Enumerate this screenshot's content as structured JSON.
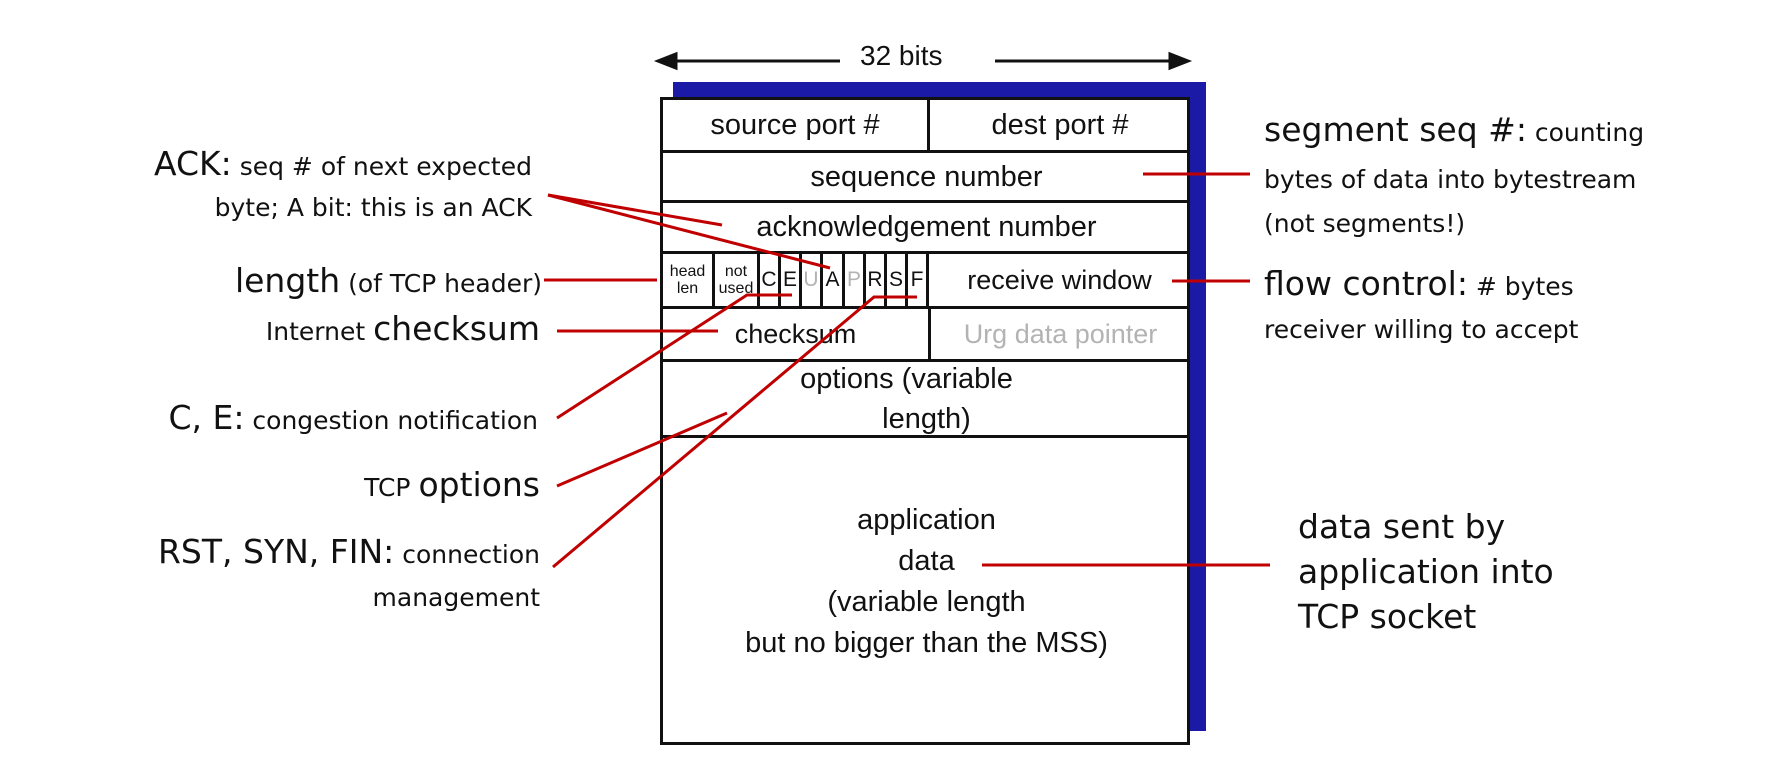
{
  "header": {
    "width_label": "32 bits"
  },
  "segment": {
    "source_port": "source port #",
    "dest_port": "dest port #",
    "sequence_number": "sequence number",
    "ack_number": "acknowledgement number",
    "head_len": [
      "head",
      "len"
    ],
    "not_used": [
      "not",
      "used"
    ],
    "flags": [
      "C",
      "E",
      "U",
      "A",
      "P",
      "R",
      "S",
      "F"
    ],
    "receive_window": "receive window",
    "checksum": "checksum",
    "urg_pointer": "Urg data pointer",
    "options": [
      "options (variable",
      "length)"
    ],
    "data": [
      "application",
      "data",
      "(variable length",
      "but no bigger than the MSS)"
    ]
  },
  "annotations": {
    "ack": {
      "bold": "ACK:",
      "rest": " seq # of next expected",
      "line2": "byte; A bit: this is an ACK"
    },
    "length": {
      "bold": "length",
      "rest": " (of TCP header)"
    },
    "checksum": {
      "pre": "Internet ",
      "bold": "checksum"
    },
    "ce": {
      "bold": "C, E:",
      "rest": " congestion notification"
    },
    "options": {
      "pre": "TCP ",
      "bold": "options"
    },
    "rsf": {
      "bold": "RST, SYN, FIN:",
      "rest": " connection",
      "line2": "management"
    },
    "seq": {
      "bold": "segment seq  #:",
      "rest": " counting",
      "line2": "bytes of data into bytestream",
      "line3": "(not segments!)"
    },
    "flow": {
      "bold": "flow control:",
      "rest": " # bytes",
      "line2": "receiver willing to accept"
    },
    "data_sent": [
      "data sent by",
      "application into",
      "TCP socket"
    ]
  },
  "colors": {
    "pointer": "#c00000",
    "shadow": "#1a1aa6",
    "muted": "#b3b3b3"
  }
}
